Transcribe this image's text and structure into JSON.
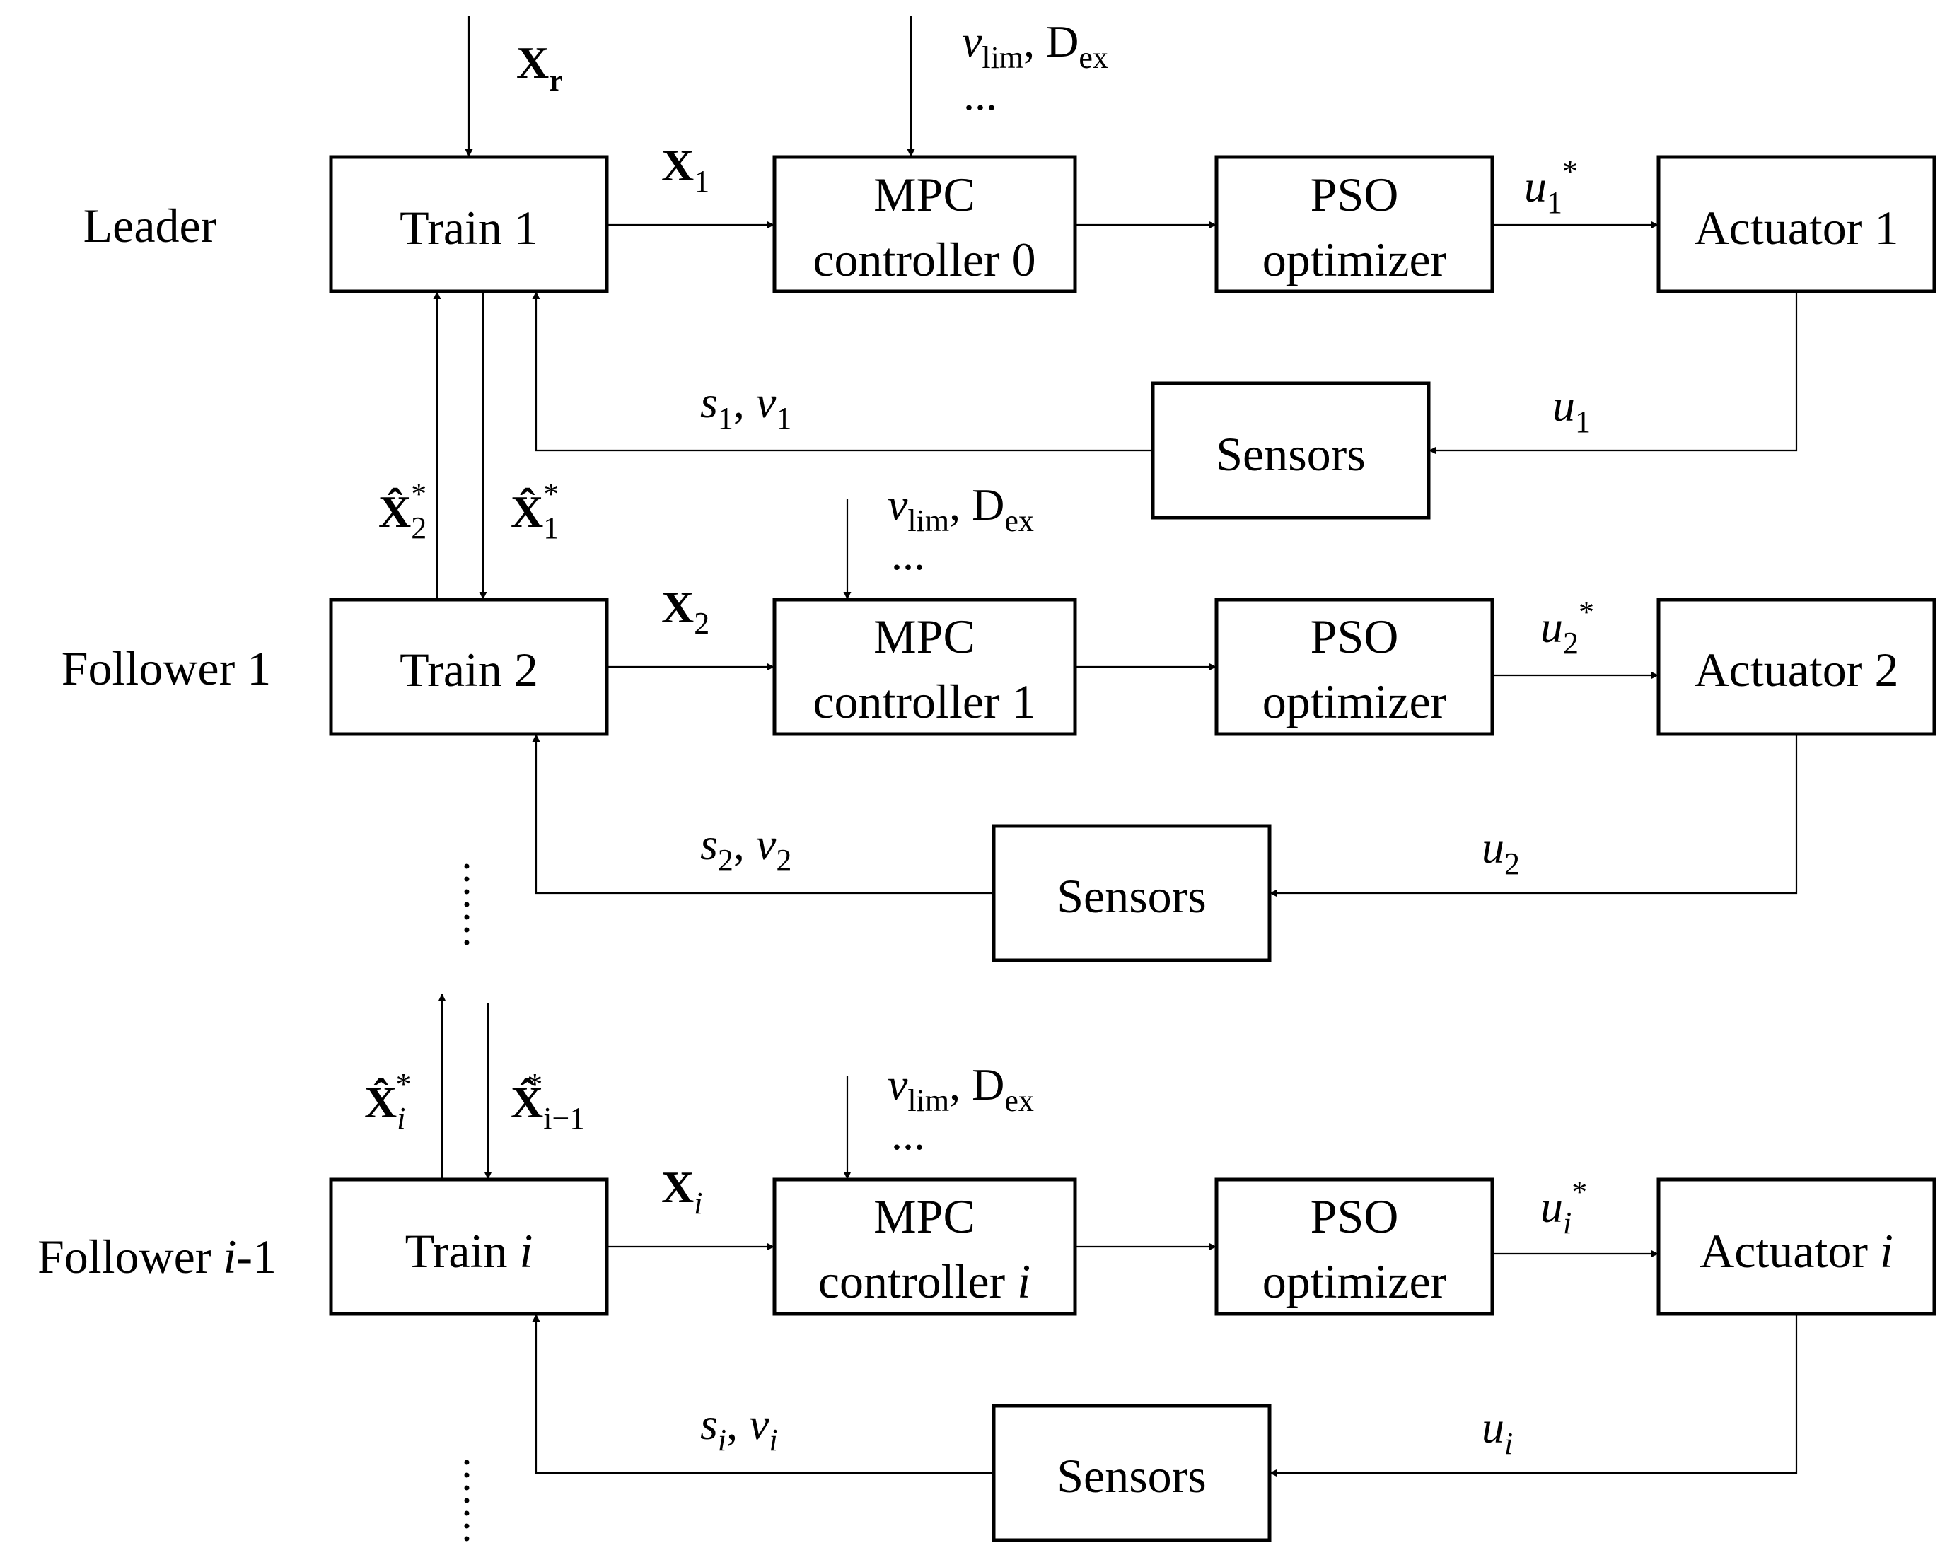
{
  "rows": [
    {
      "row_label": "Leader",
      "train": "Train 1",
      "mpc": [
        "MPC",
        "controller 0"
      ],
      "pso": [
        "PSO",
        "optimizer"
      ],
      "actuator": "Actuator 1",
      "sensors": "Sensors",
      "state_sym": "X",
      "state_sub": "1",
      "u_sym": "u",
      "u_sub": "1",
      "u_star": "*",
      "feedback_u_sym": "u",
      "feedback_u_sub": "1",
      "s_sym": "s",
      "s_sub": "1",
      "v_sym": "v",
      "v_sub": "1"
    },
    {
      "row_label": "Follower 1",
      "train": "Train 2",
      "mpc": [
        "MPC",
        "controller 1"
      ],
      "pso": [
        "PSO",
        "optimizer"
      ],
      "actuator": "Actuator 2",
      "sensors": "Sensors",
      "state_sym": "X",
      "state_sub": "2",
      "u_sym": "u",
      "u_sub": "2",
      "u_star": "*",
      "feedback_u_sym": "u",
      "feedback_u_sub": "2",
      "s_sym": "s",
      "s_sub": "2",
      "v_sym": "v",
      "v_sub": "2"
    },
    {
      "row_label_pre": "Follower ",
      "row_label_it": "i",
      "row_label_post": "-1",
      "train_pre": "Train ",
      "train_it": "i",
      "mpc": [
        "MPC",
        "controller "
      ],
      "mpc_it": "i",
      "pso": [
        "PSO",
        "optimizer"
      ],
      "actuator_pre": "Actuator ",
      "actuator_it": "i",
      "sensors": "Sensors",
      "state_sym": "X",
      "state_sub": "i",
      "u_sym": "u",
      "u_sub": "i",
      "u_star": "*",
      "feedback_u_sym": "u",
      "feedback_u_sub": "i",
      "s_sym": "s",
      "s_sub": "i",
      "v_sym": "v",
      "v_sub": "i"
    }
  ],
  "reference": {
    "sym": "X",
    "sub": "r"
  },
  "constraints": {
    "v_sym": "v",
    "v_sub": "lim",
    "comma": ", ",
    "d_sym": "D",
    "d_sub": "ex",
    "ellipsis": "..."
  },
  "comm": {
    "x2_hat": {
      "sym": "X̂",
      "sub": "2",
      "sup": "*"
    },
    "x1_hat": {
      "sym": "X̂",
      "sub": "1",
      "sup": "*"
    },
    "xi_hat": {
      "sym": "X̂",
      "sub": "i",
      "sup": "*"
    },
    "xim1_hat": {
      "sym": "X̂",
      "sub": "i−1",
      "sup": "*"
    }
  },
  "separator": ", ",
  "vertical_dots": "⋮"
}
